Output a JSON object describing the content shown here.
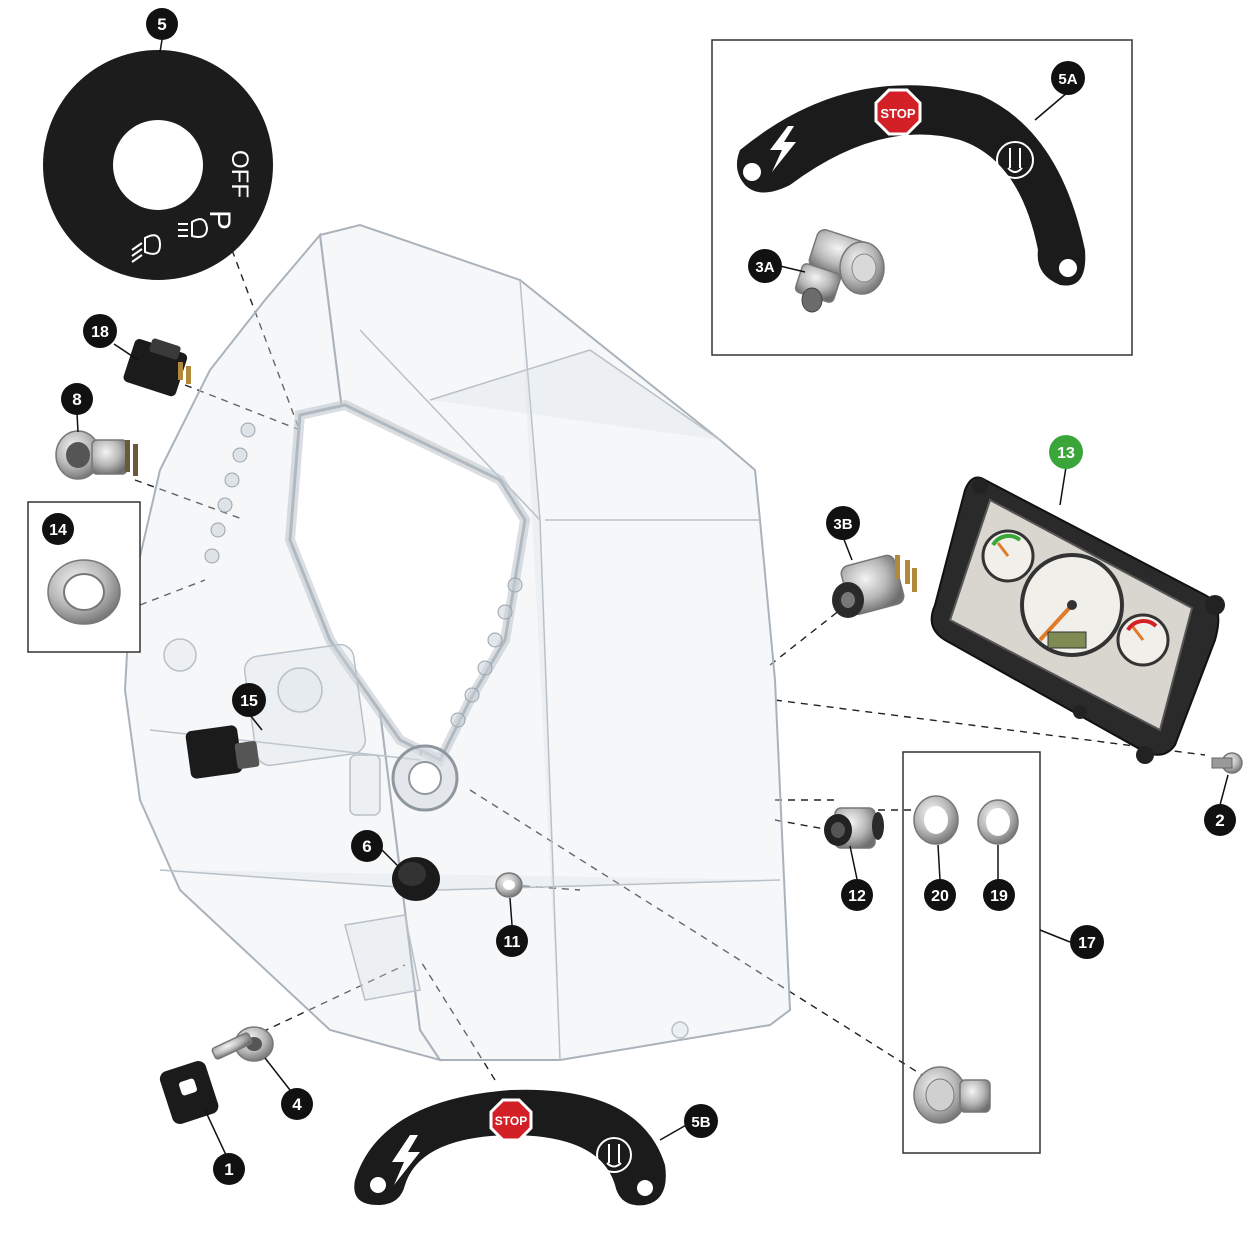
{
  "callouts": {
    "c1": "1",
    "c2": "2",
    "c3a": "3A",
    "c3b": "3B",
    "c4": "4",
    "c5": "5",
    "c5a": "5A",
    "c5b": "5B",
    "c6": "6",
    "c8": "8",
    "c11": "11",
    "c12": "12",
    "c13": "13",
    "c14": "14",
    "c15": "15",
    "c17": "17",
    "c18": "18",
    "c19": "19",
    "c20": "20"
  },
  "plate_text": {
    "off": "OFF",
    "p": "P"
  },
  "stop_sign_text": "STOP",
  "colors": {
    "callout_default": "#111111",
    "callout_highlight": "#3aa63a",
    "stop_sign": "#d32027",
    "gauge_needle": "#e07b2a"
  },
  "icons": {
    "plate_5": [
      "headlight-low-icon",
      "headlight-high-icon"
    ],
    "panel_5a_5b": [
      "lightning-icon",
      "stop-sign-icon",
      "glow-plug-icon"
    ]
  }
}
